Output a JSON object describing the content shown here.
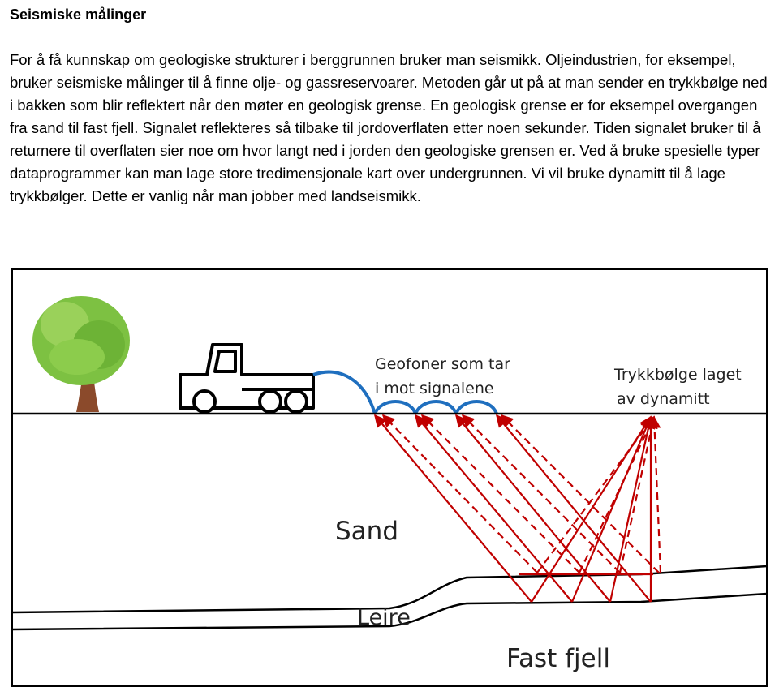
{
  "heading": "Seismiske målinger",
  "paragraph": "For å få kunnskap om geologiske strukturer i berggrunnen bruker man seismikk. Oljeindustrien, for eksempel, bruker seismiske målinger til å finne olje- og gassreservoarer. Metoden går ut på at man sender en trykkbølge ned i bakken som blir reflektert når den møter en geologisk grense. En geologisk grense er for eksempel overgangen fra sand til fast fjell. Signalet reflekteres så tilbake til jordoverflaten etter noen sekunder. Tiden signalet bruker til å returnere til overflaten sier noe om hvor langt ned i jorden den geologiske grensen er. Ved å bruke spesielle typer dataprogrammer kan man lage store tredimensjonale kart over undergrunnen. Vi vil bruke dynamitt til å lage trykkbølger. Dette er vanlig når man jobber med landseismikk.",
  "diagram": {
    "geophones_label_line1": "Geofoner som tar",
    "geophones_label_line2": "i mot signalene",
    "source_label_line1": "Trykkbølge laget",
    "source_label_line2": "av dynamitt",
    "layer_sand": "Sand",
    "layer_clay": "Leire",
    "layer_bedrock": "Fast fjell"
  },
  "colors": {
    "ray": "#c00000",
    "cable": "#1f6fbf",
    "tree_foliage": "#7dc142",
    "tree_trunk": "#8b4a2b"
  }
}
